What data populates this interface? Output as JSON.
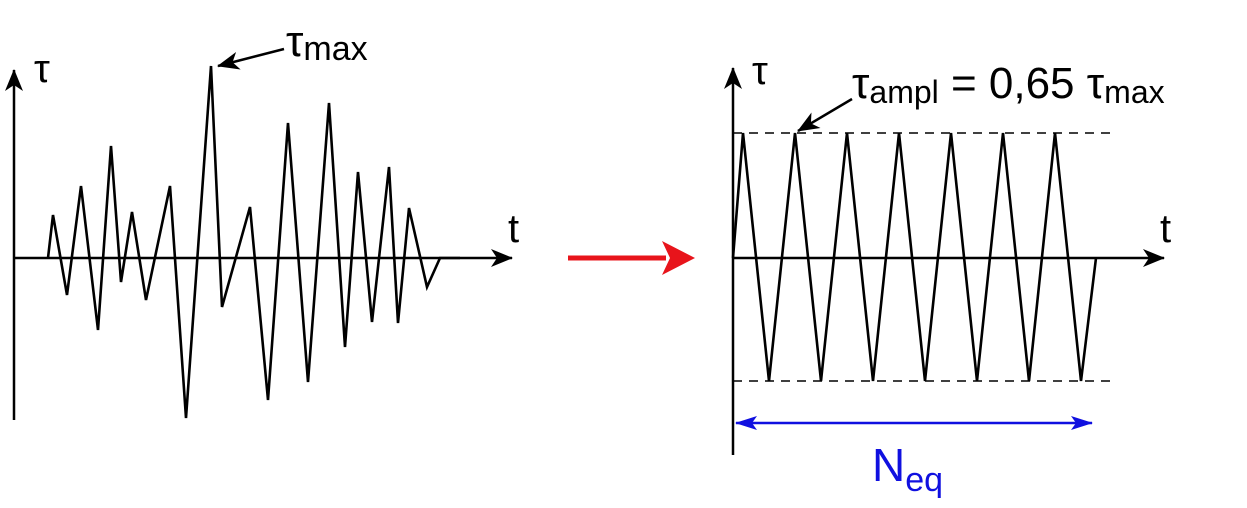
{
  "left_panel": {
    "axis_y_label": "τ",
    "axis_x_label": "t",
    "peak_annotation": {
      "symbol": "τ",
      "subscript": "max"
    }
  },
  "transform_arrow": {
    "color": "#e8141b"
  },
  "right_panel": {
    "axis_y_label": "τ",
    "axis_x_label": "t",
    "amplitude_annotation": {
      "lhs_symbol": "τ",
      "lhs_subscript": "ampl",
      "equals": " = 0,65 ",
      "rhs_symbol": "τ",
      "rhs_subscript": "max"
    },
    "cycle_count_label": {
      "symbol": "N",
      "subscript": "eq",
      "color": "#1010e0"
    }
  },
  "colors": {
    "line": "#000000",
    "dashed_guides": "#000000"
  }
}
